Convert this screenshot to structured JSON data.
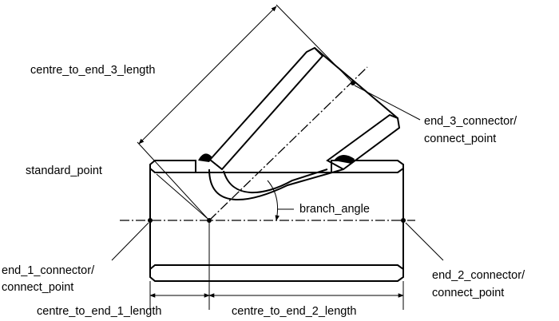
{
  "labels": {
    "centre_to_end_3": "centre_to_end_3_length",
    "end_3_connector_1": "end_3_connector/",
    "end_3_connector_2": "connect_point",
    "standard_point": "standard_point",
    "branch_angle": "branch_angle",
    "end_1_connector_1": "end_1_connector/",
    "end_1_connector_2": "connect_point",
    "end_2_connector_1": "end_2_connector/",
    "end_2_connector_2": "connect_point",
    "centre_to_end_1": "centre_to_end_1_length",
    "centre_to_end_2": "centre_to_end_2_length"
  },
  "colors": {
    "ink": "#000000",
    "background": "#ffffff"
  }
}
